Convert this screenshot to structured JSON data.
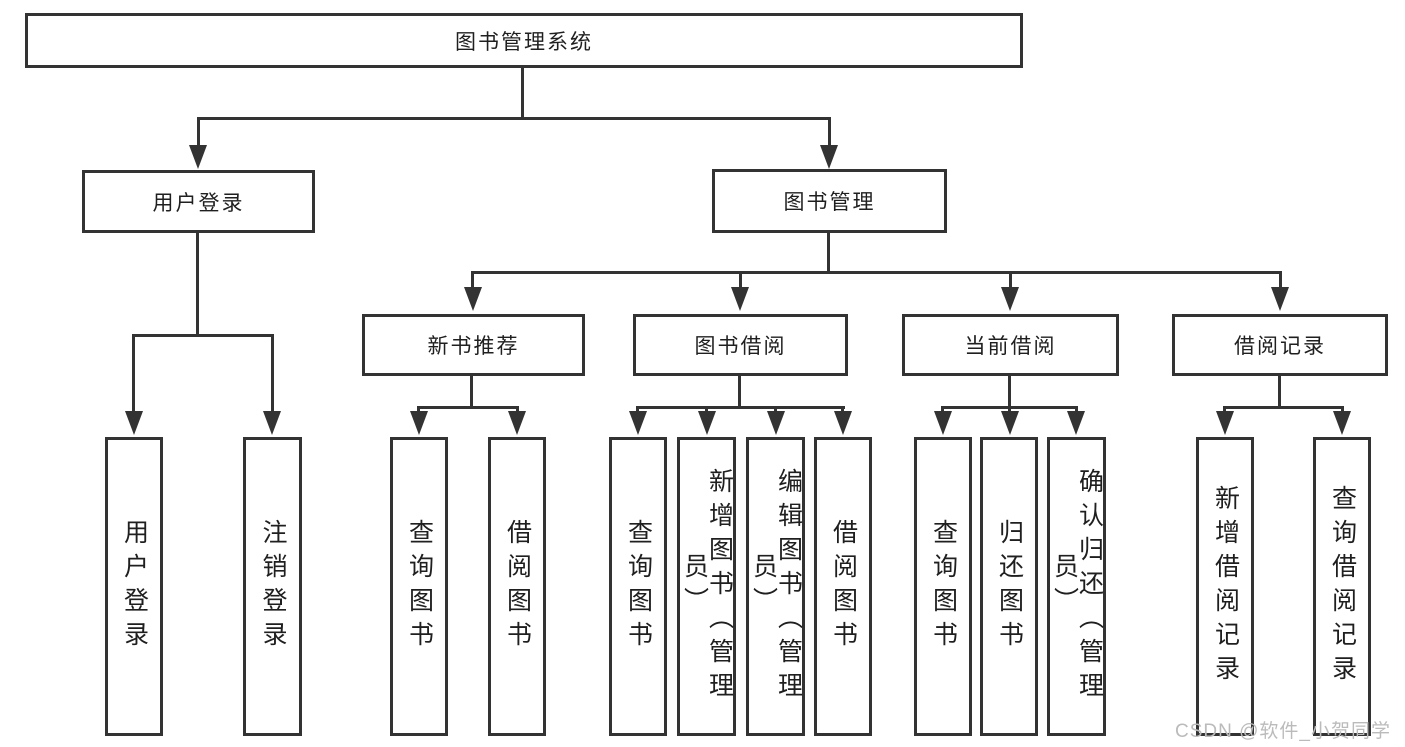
{
  "colors": {
    "line": "#333333",
    "node_border": "#333333",
    "node_text": "#1f1f1f",
    "background": "#ffffff",
    "watermark": "#bbbbbb"
  },
  "diagram": {
    "type": "tree",
    "title": "图书管理系统",
    "branches": [
      {
        "label": "用户登录",
        "children": [
          {
            "label": "用户登录"
          },
          {
            "label": "注销登录"
          }
        ]
      },
      {
        "label": "图书管理",
        "children": [
          {
            "label": "新书推荐",
            "children": [
              {
                "label": "查询图书"
              },
              {
                "label": "借阅图书"
              }
            ]
          },
          {
            "label": "图书借阅",
            "children": [
              {
                "label": "查询图书"
              },
              {
                "label": "新增图书（管理员）"
              },
              {
                "label": "编辑图书（管理员）"
              },
              {
                "label": "借阅图书"
              }
            ]
          },
          {
            "label": "当前借阅",
            "children": [
              {
                "label": "查询图书"
              },
              {
                "label": "归还图书"
              },
              {
                "label": "确认归还（管理员）"
              }
            ]
          },
          {
            "label": "借阅记录",
            "children": [
              {
                "label": "新增借阅记录"
              },
              {
                "label": "查询借阅记录"
              }
            ]
          }
        ]
      }
    ]
  },
  "watermark": {
    "text": "CSDN @软件_小贺同学"
  }
}
